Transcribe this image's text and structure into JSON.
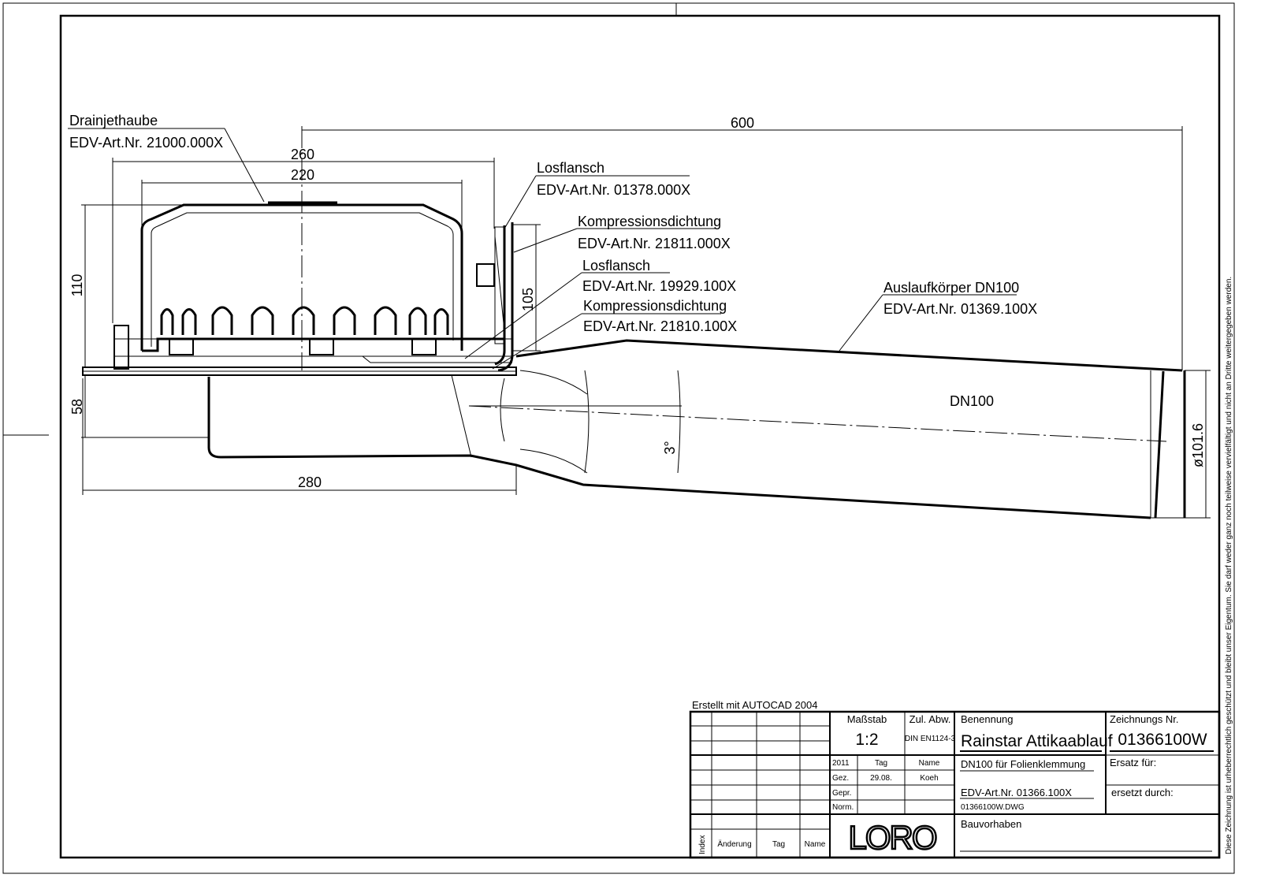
{
  "drawing": {
    "labels": [
      {
        "name": "Drainjethaube",
        "art": "EDV-Art.Nr. 21000.000X"
      },
      {
        "name": "Losflansch",
        "art": "EDV-Art.Nr. 01378.000X"
      },
      {
        "name": "Kompressionsdichtung",
        "art": "EDV-Art.Nr. 21811.000X"
      },
      {
        "name": "Losflansch",
        "art": "EDV-Art.Nr. 19929.100X"
      },
      {
        "name": "Kompressionsdichtung",
        "art": "EDV-Art.Nr. 21810.100X"
      },
      {
        "name": "Auslaufkörper DN100",
        "art": "EDV-Art.Nr. 01369.100X"
      }
    ],
    "dimensions": {
      "d600": "600",
      "d260": "260",
      "d220": "220",
      "d110": "110",
      "d58": "58",
      "d280": "280",
      "d105": "105",
      "dia": "ø101.6",
      "angle": "3°"
    },
    "pipe_label": "DN100",
    "created_with": "Erstellt mit AUTOCAD 2004",
    "copyright": "Diese Zeichnung ist urheberrechtlich geschützt und bleibt unser Eigentum. Sie darf weder ganz noch teilweise vervielfältigt und nicht an Dritte weitergegeben werden."
  },
  "title_block": {
    "scale_label": "Maßstab",
    "scale": "1:2",
    "tolerance_label": "Zul. Abw.",
    "tolerance": "DIN EN1124-3",
    "name_label": "Benennung",
    "name": "Rainstar Attikaablauf",
    "drawing_no_label": "Zeichnungs Nr.",
    "drawing_no": "01366100W",
    "year": "2011",
    "day_label": "Tag",
    "name_col_label": "Name",
    "drawn_label": "Gez.",
    "drawn_date": "29.08.",
    "drawn_name": "Koeh",
    "checked_label": "Gepr.",
    "norm_label": "Norm.",
    "subtitle": "DN100 für Folienklemmung",
    "replaces_label": "Ersatz für:",
    "art_no": "EDV-Art.Nr. 01366.100X",
    "file": "01366100W.DWG",
    "replaced_by_label": "ersetzt durch:",
    "project_label": "Bauvorhaben",
    "logo": "LORO",
    "rev_index": "Index",
    "rev_change": "Änderung",
    "rev_day": "Tag",
    "rev_name": "Name"
  }
}
